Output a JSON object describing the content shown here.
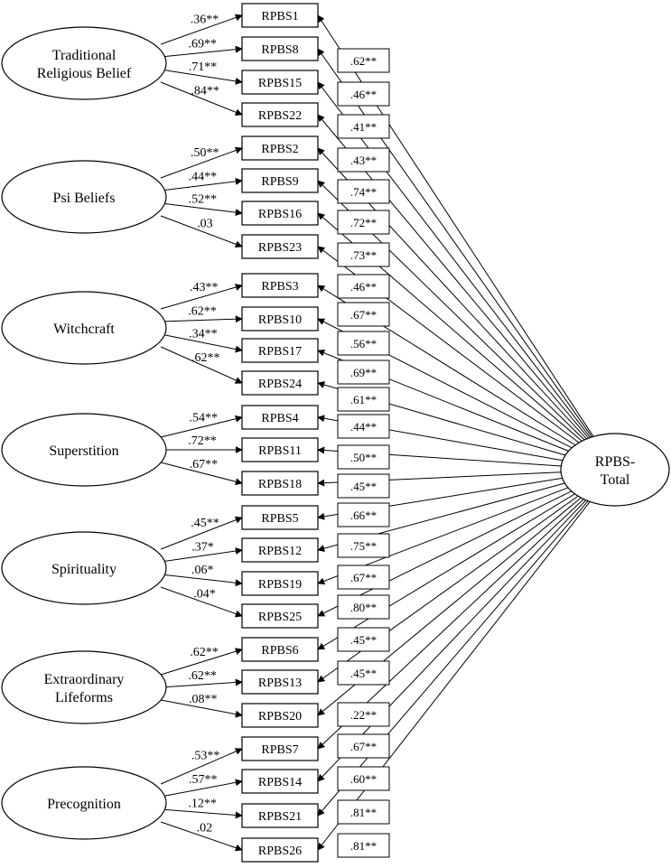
{
  "total_label": [
    "RPBS-",
    "Total"
  ],
  "factors": [
    {
      "id": "traditional-religious-belief",
      "label": [
        "Traditional",
        "Religious Belief"
      ],
      "items": [
        {
          "name": "RPBS1",
          "loading": ".36**"
        },
        {
          "name": "RPBS8",
          "loading": ".69**"
        },
        {
          "name": "RPBS15",
          "loading": ".71**"
        },
        {
          "name": "RPBS22",
          "loading": ".84**"
        }
      ]
    },
    {
      "id": "psi-beliefs",
      "label": [
        "Psi Beliefs"
      ],
      "items": [
        {
          "name": "RPBS2",
          "loading": ".50**"
        },
        {
          "name": "RPBS9",
          "loading": ".44**"
        },
        {
          "name": "RPBS16",
          "loading": ".52**"
        },
        {
          "name": "RPBS23",
          "loading": ".03"
        }
      ]
    },
    {
      "id": "witchcraft",
      "label": [
        "Witchcraft"
      ],
      "items": [
        {
          "name": "RPBS3",
          "loading": ".43**"
        },
        {
          "name": "RPBS10",
          "loading": ".62**"
        },
        {
          "name": "RPBS17",
          "loading": ".34**"
        },
        {
          "name": "RPBS24",
          "loading": ".62**"
        }
      ]
    },
    {
      "id": "superstition",
      "label": [
        "Superstition"
      ],
      "items": [
        {
          "name": "RPBS4",
          "loading": ".54**"
        },
        {
          "name": "RPBS11",
          "loading": ".72**"
        },
        {
          "name": "RPBS18",
          "loading": ".67**"
        }
      ]
    },
    {
      "id": "spirituality",
      "label": [
        "Spirituality"
      ],
      "items": [
        {
          "name": "RPBS5",
          "loading": ".45**"
        },
        {
          "name": "RPBS12",
          "loading": ".37*"
        },
        {
          "name": "RPBS19",
          "loading": ".06*"
        },
        {
          "name": "RPBS25",
          "loading": ".04*"
        }
      ]
    },
    {
      "id": "extraordinary-lifeforms",
      "label": [
        "Extraordinary",
        "Lifeforms"
      ],
      "items": [
        {
          "name": "RPBS6",
          "loading": ".62**"
        },
        {
          "name": "RPBS13",
          "loading": ".62**"
        },
        {
          "name": "RPBS20",
          "loading": ".08**"
        }
      ]
    },
    {
      "id": "precognition",
      "label": [
        "Precognition"
      ],
      "items": [
        {
          "name": "RPBS7",
          "loading": ".53**"
        },
        {
          "name": "RPBS14",
          "loading": ".57**"
        },
        {
          "name": "RPBS21",
          "loading": ".12**"
        },
        {
          "name": "RPBS26",
          "loading": ".02"
        }
      ]
    }
  ],
  "total_loadings": [
    ".62**",
    ".46**",
    ".41**",
    ".43**",
    ".74**",
    ".72**",
    ".73**",
    ".46**",
    ".67**",
    ".56**",
    ".69**",
    ".61**",
    ".44**",
    ".50**",
    ".45**",
    ".66**",
    ".75**",
    ".67**",
    ".80**",
    ".45**",
    ".45**",
    ".22**",
    ".67**",
    ".60**",
    ".81**",
    ".81**"
  ]
}
